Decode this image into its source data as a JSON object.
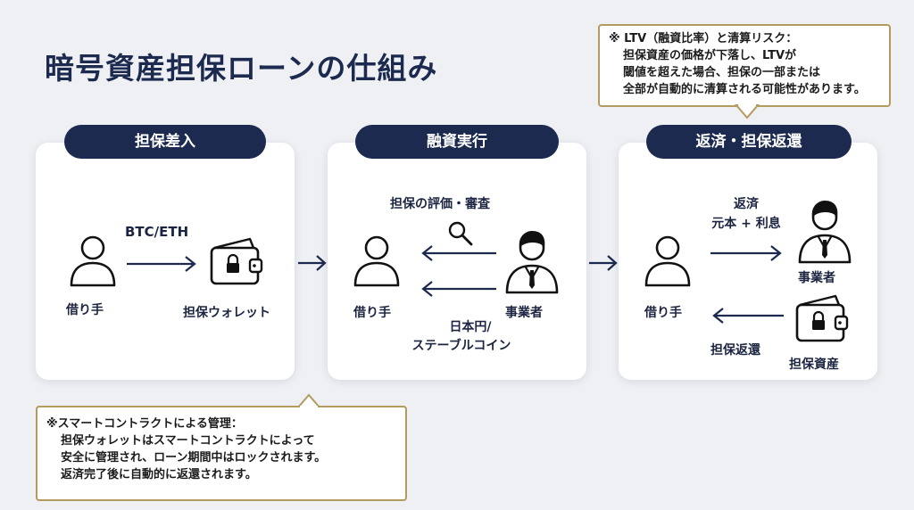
{
  "title": "暗号資産担保ローンの仕組み",
  "note_top": {
    "lines": [
      "※ LTV（融資比率）と清算リスク：",
      "担保資産の価格が下落し、LTVが",
      "閾値を超えた場合、担保の一部または",
      "全部が自動的に清算される可能性があります。"
    ]
  },
  "note_bottom": {
    "lines": [
      "※スマートコントラクトによる管理：",
      "担保ウォレットはスマートコントラクトによって",
      "安全に管理され、ローン期間中はロックされます。",
      "返済完了後に自動的に返還されます。"
    ]
  },
  "steps": [
    {
      "header": "担保差入",
      "borrower": "借り手",
      "transfer": "BTC/ETH",
      "wallet": "担保ウォレット"
    },
    {
      "header": "融資実行",
      "review": "担保の評価・審査",
      "borrower": "借り手",
      "lender": "事業者",
      "loan_line1": "日本円/",
      "loan_line2": "ステーブルコイン"
    },
    {
      "header": "返済・担保返還",
      "repay_line1": "返済",
      "repay_line2": "元本 + 利息",
      "borrower": "借り手",
      "lender": "事業者",
      "return": "担保返還",
      "asset": "担保資産"
    }
  ],
  "colors": {
    "navy": "#1b2a4e",
    "gold": "#b39a5e",
    "background": "#eef0f4"
  }
}
